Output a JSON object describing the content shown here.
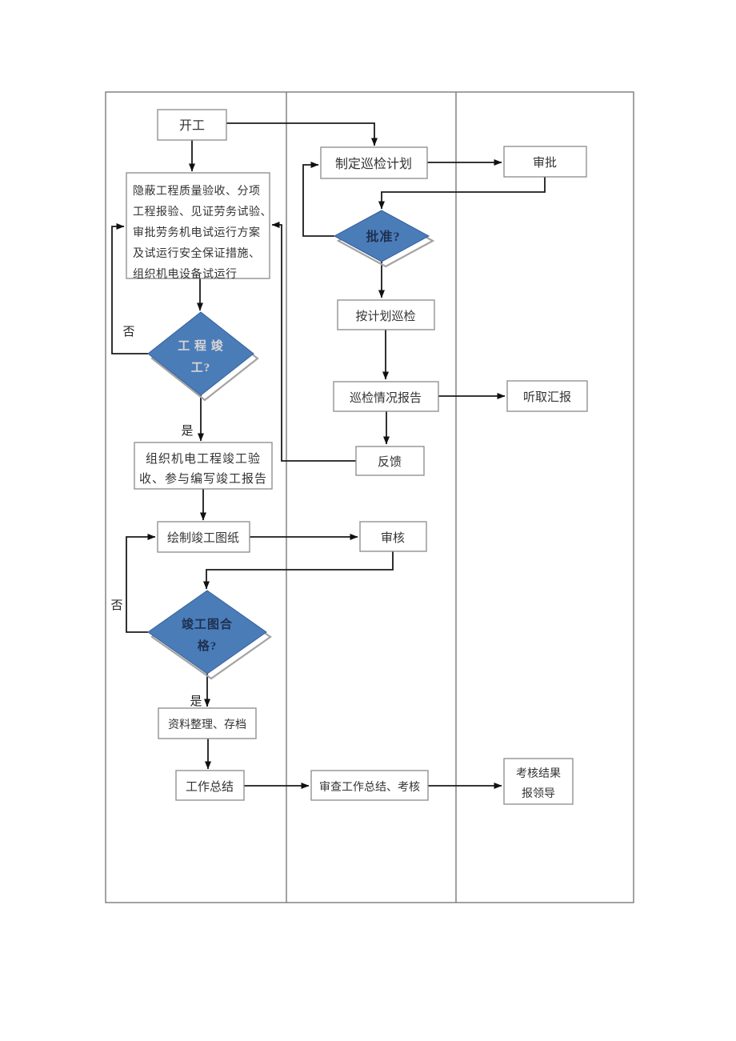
{
  "diagram": {
    "type": "flowchart",
    "labels": {
      "yes": "是",
      "no": "否"
    },
    "colors": {
      "diamond_fill": "#4a7cb8",
      "diamond_text_dark": "#1e3050",
      "diamond_text_light": "#d9d5d2",
      "box_text": "#333333",
      "line": "#1a1a1a"
    },
    "nodes": {
      "start": {
        "label": "开工"
      },
      "prep": {
        "lines": [
          "隐蔽工程质量验收、分项",
          "工程报验、见证劳务试验、",
          "审批劳务机电试运行方案",
          "及试运行安全保证措施、",
          "组织机电设备试运行"
        ]
      },
      "project_done": {
        "lines": [
          "工 程 竣",
          "工?"
        ]
      },
      "acceptance": {
        "lines": [
          "组织机电工程竣工验",
          "收、参与编写竣工报告"
        ]
      },
      "draw_drawings": {
        "label": "绘制竣工图纸"
      },
      "review": {
        "label": "审核"
      },
      "drawings_ok": {
        "lines": [
          "竣工图合",
          "格?"
        ]
      },
      "archive": {
        "label": "资料整理、存档"
      },
      "work_summary": {
        "label": "工作总结"
      },
      "review_summary": {
        "label": "审查工作总结、考核"
      },
      "report_leader": {
        "lines": [
          "考核结果",
          "报领导"
        ]
      },
      "make_plan": {
        "label": "制定巡检计划"
      },
      "approve": {
        "label": "审批"
      },
      "approved": {
        "lines": [
          "批准?"
        ]
      },
      "inspect": {
        "label": "按计划巡检"
      },
      "report": {
        "label": "巡检情况报告"
      },
      "feedback": {
        "label": "反馈"
      },
      "listen": {
        "label": "听取汇报"
      }
    }
  }
}
